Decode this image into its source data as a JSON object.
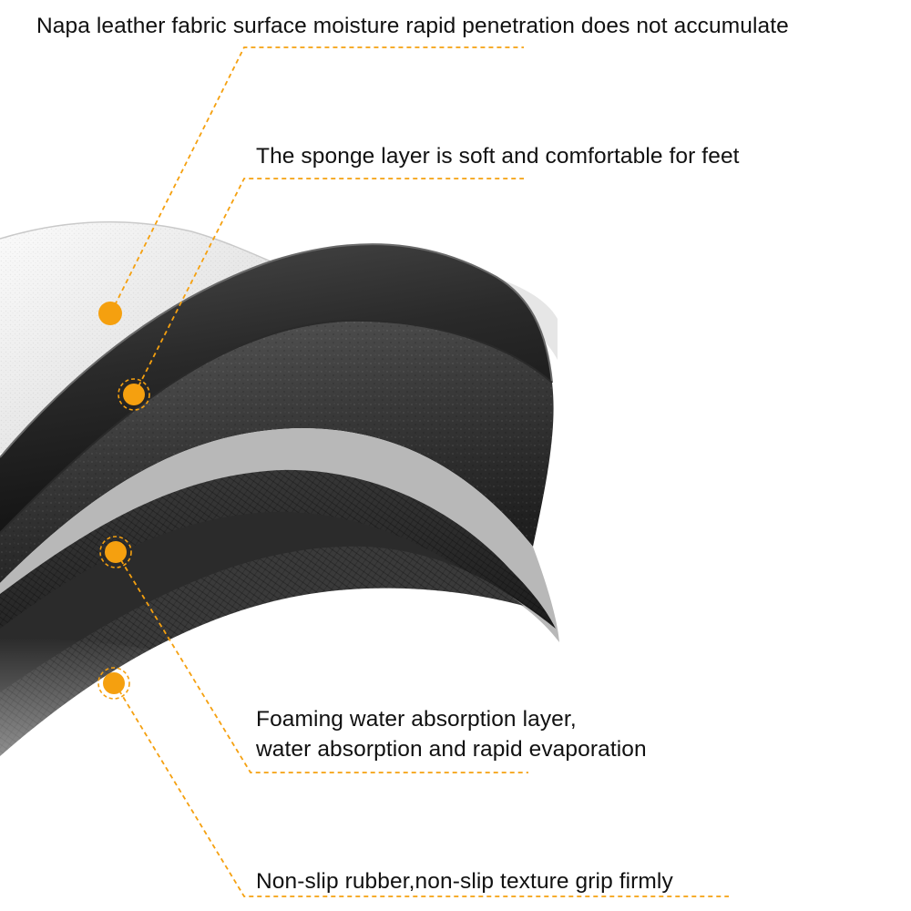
{
  "accent_color": "#f5a00f",
  "callouts": [
    {
      "id": "napa-leather-surface",
      "lines": [
        "Napa leather fabric surface moisture rapid penetration does not accumulate"
      ]
    },
    {
      "id": "sponge-layer",
      "lines": [
        "The sponge layer is soft and comfortable for feet"
      ]
    },
    {
      "id": "foaming-absorption-layer",
      "lines": [
        "Foaming water absorption layer,",
        "water absorption and rapid evaporation"
      ]
    },
    {
      "id": "non-slip-rubber",
      "lines": [
        "Non-slip rubber,non-slip texture grip firmly"
      ]
    }
  ]
}
